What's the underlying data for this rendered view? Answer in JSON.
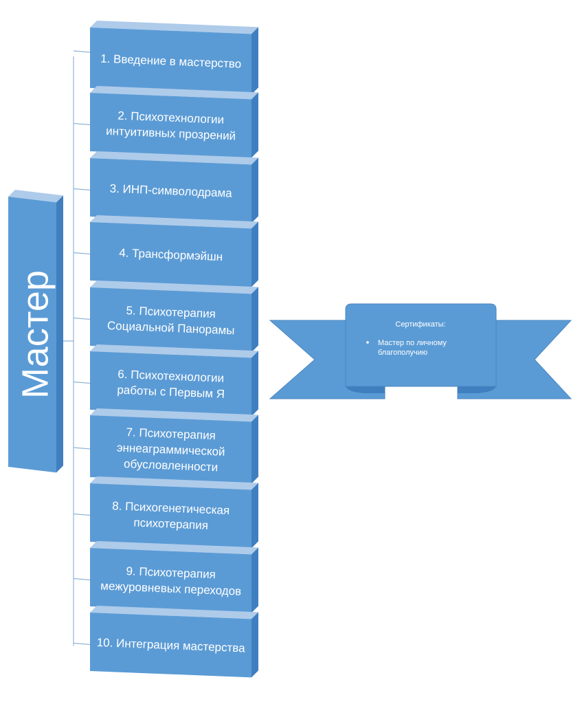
{
  "root": {
    "label": "Мастер"
  },
  "items": [
    {
      "lines": [
        "1. Введение в мастерство"
      ]
    },
    {
      "lines": [
        "2. Психотехнологии",
        "интуитивных прозрений"
      ]
    },
    {
      "lines": [
        "3. ИНП-символодрама"
      ]
    },
    {
      "lines": [
        "4. Трансформэйшн"
      ]
    },
    {
      "lines": [
        "5. Психотерапия",
        "Социальной Панорамы"
      ]
    },
    {
      "lines": [
        "6. Психотехнологии",
        "работы с Первым Я"
      ]
    },
    {
      "lines": [
        "7. Психотерапия",
        "эннеаграммической",
        "обусловленности"
      ]
    },
    {
      "lines": [
        "8. Психогенетическая",
        "психотерапия"
      ]
    },
    {
      "lines": [
        "9. Психотерапия",
        "межуровневых переходов"
      ]
    },
    {
      "lines": [
        "10. Интеграция мастерства"
      ]
    }
  ],
  "certificate": {
    "title": "Сертификаты:",
    "items": [
      {
        "lines": [
          "Мастер по личному",
          "благополучию"
        ]
      }
    ]
  },
  "colors": {
    "box_front": "#5b9bd5",
    "box_side": "#3f7fbf",
    "box_top": "#aecbea",
    "connector": "#8fb4d9",
    "ribbon": "#5b9bd5",
    "ribbon_outline": "#4a86c0"
  }
}
